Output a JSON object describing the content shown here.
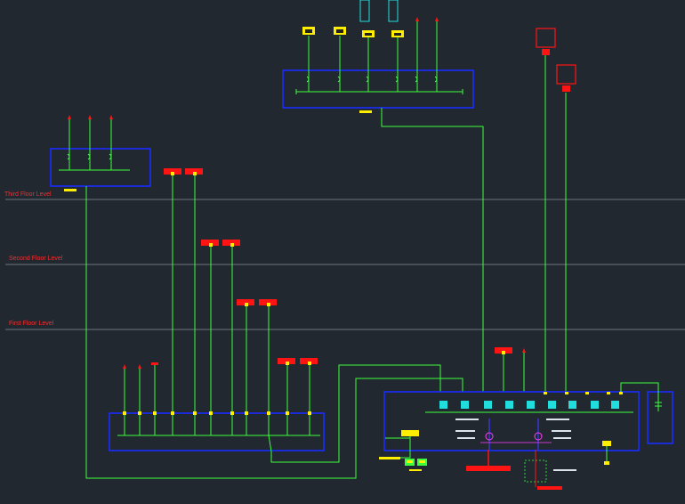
{
  "levels": [
    {
      "label": "Third Floor Level"
    },
    {
      "label": "Second Floor Level"
    },
    {
      "label": "First Floor Level"
    }
  ],
  "colors": {
    "background": "#212830",
    "wire": "#3cff3c",
    "panel": "#1a2cff",
    "equipment": "#ff1414",
    "tag": "#ffee00",
    "level_line": "#8a8f96",
    "level_text": "#ff2a2a",
    "breaker": "#22dddd"
  }
}
